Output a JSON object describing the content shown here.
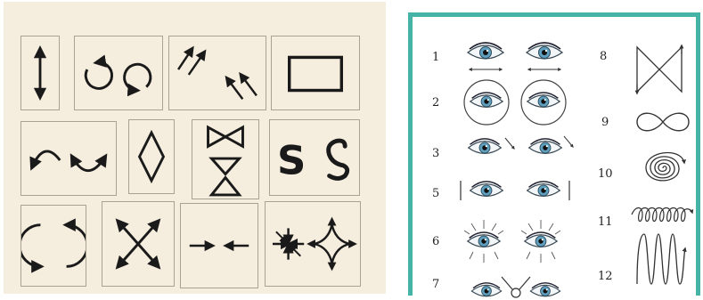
{
  "left_panel": {
    "tiles": [
      {
        "icon": "vertical-double-arrow-icon"
      },
      {
        "icon": "two-circular-arrows-icon"
      },
      {
        "icon": "diagonal-arrows-icon"
      },
      {
        "icon": "rectangle-icon"
      },
      {
        "icon": "arc-arrows-icon"
      },
      {
        "icon": "diamond-icon"
      },
      {
        "icon": "bowtie-hourglass-icon"
      },
      {
        "icon": "s-shapes-icon",
        "letter": "S"
      },
      {
        "icon": "circle-arrows-icon"
      },
      {
        "icon": "cross-arrows-icon"
      },
      {
        "icon": "converging-arrows-icon"
      },
      {
        "icon": "star-burst-icon"
      }
    ]
  },
  "right_panel": {
    "accent": "#45b3a6",
    "exercises": [
      {
        "number": "1",
        "icon": "eyes-side-to-side-icon"
      },
      {
        "number": "2",
        "icon": "eyes-circles-icon"
      },
      {
        "number": "3",
        "icon": "eyes-diagonal-icon"
      },
      {
        "number": "5",
        "icon": "eyes-blink-icon"
      },
      {
        "number": "6",
        "icon": "eyes-wide-open-icon"
      },
      {
        "number": "7",
        "icon": "eyes-nose-focus-icon"
      },
      {
        "number": "8",
        "icon": "bowtie-path-icon"
      },
      {
        "number": "9",
        "icon": "infinity-icon"
      },
      {
        "number": "10",
        "icon": "spiral-icon"
      },
      {
        "number": "11",
        "icon": "loops-icon"
      },
      {
        "number": "12",
        "icon": "zigzag-loops-icon"
      }
    ]
  }
}
